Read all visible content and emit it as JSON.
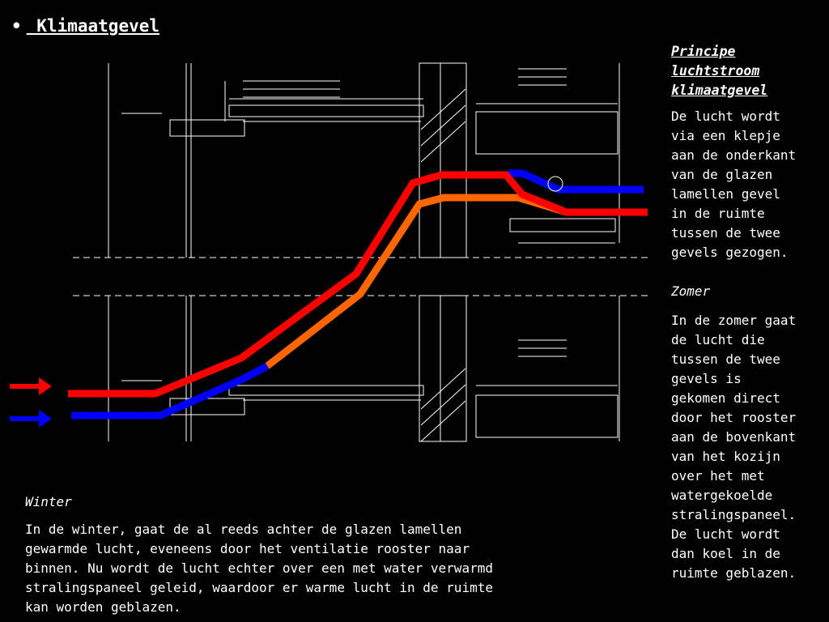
{
  "title": {
    "bullet": "•",
    "text": " Klimaatgevel"
  },
  "sidebar": {
    "heading": "Principe\nluchtstroom\nklimaatgevel",
    "intro": "De lucht wordt\nvia een klepje\naan de onderkant\nvan de glazen\nlamellen gevel\nin de ruimte\ntussen de twee\ngevels  gezogen.",
    "summer_title": "Zomer",
    "summer_text": "In de zomer gaat\nde lucht die\ntussen de twee\ngevels is\ngekomen direct\ndoor het rooster\naan de bovenkant\nvan het kozijn\nover het met\nwatergekoelde\nstralingspaneel.\nDe lucht wordt\ndan koel in de\nruimte geblazen."
  },
  "winter": {
    "title": "Winter",
    "text": "In de winter, gaat de al reeds achter de glazen lamellen\ngewarmde lucht, eveneens door het ventilatie rooster naar\nbinnen. Nu wordt de lucht echter over een met water verwarmd\nstralingspaneel geleid, waardoor er warme lucht in de ruimte\nkan worden geblazen."
  },
  "colors": {
    "warm": "#ff0000",
    "cold": "#0000ff",
    "mixed": "#ff6600",
    "line": "#ffffff"
  }
}
